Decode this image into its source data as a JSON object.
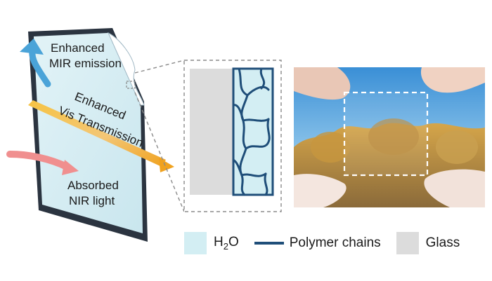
{
  "window_labels": {
    "mir_line1": "Enhanced",
    "mir_line2": "MIR emission",
    "vis_line1": "Enhanced",
    "vis_line2": "Vis Transmission",
    "nir_line1": "Absorbed",
    "nir_line2": "NIR light"
  },
  "legend": {
    "h2o_base": "H",
    "h2o_sub": "2",
    "h2o_tail": "O",
    "polymer": "Polymer chains",
    "glass": "Glass"
  },
  "colors": {
    "h2o": "#d3eef3",
    "polymer": "#1f4e79",
    "glass": "#dcdcdc",
    "frame": "#2b3440",
    "mir_arrow": "#4aa3d8",
    "vis_arrow": "#f2b233",
    "nir_arrow": "#f08f8f"
  },
  "icons": [
    "window-pane-icon",
    "mir-arrow-icon",
    "vis-arrow-icon",
    "nir-arrow-icon",
    "photo-sample-icon"
  ]
}
